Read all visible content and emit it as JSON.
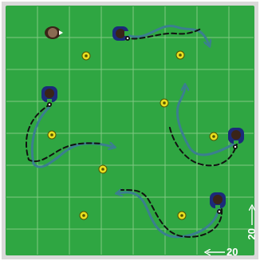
{
  "colors": {
    "field": "#2fa642",
    "field_border": "#d9d9d9",
    "grid": "#8fcf8f",
    "run_path": "#3b7f8f",
    "dribble_path": "#111111",
    "cone": "#e8e020",
    "player_body": "#1c2a7a",
    "player_head": "#3a2418"
  },
  "players": [
    {
      "id": "p1",
      "role": "standing",
      "facing": "right"
    },
    {
      "id": "p2",
      "role": "with-ball",
      "facing": "right"
    },
    {
      "id": "p3",
      "role": "with-ball",
      "facing": "down"
    },
    {
      "id": "p4",
      "role": "with-ball",
      "facing": "left"
    },
    {
      "id": "p5",
      "role": "with-ball",
      "facing": "up"
    }
  ],
  "cones_count": 8,
  "dimensions": {
    "width_label": "20",
    "height_label": "20"
  }
}
